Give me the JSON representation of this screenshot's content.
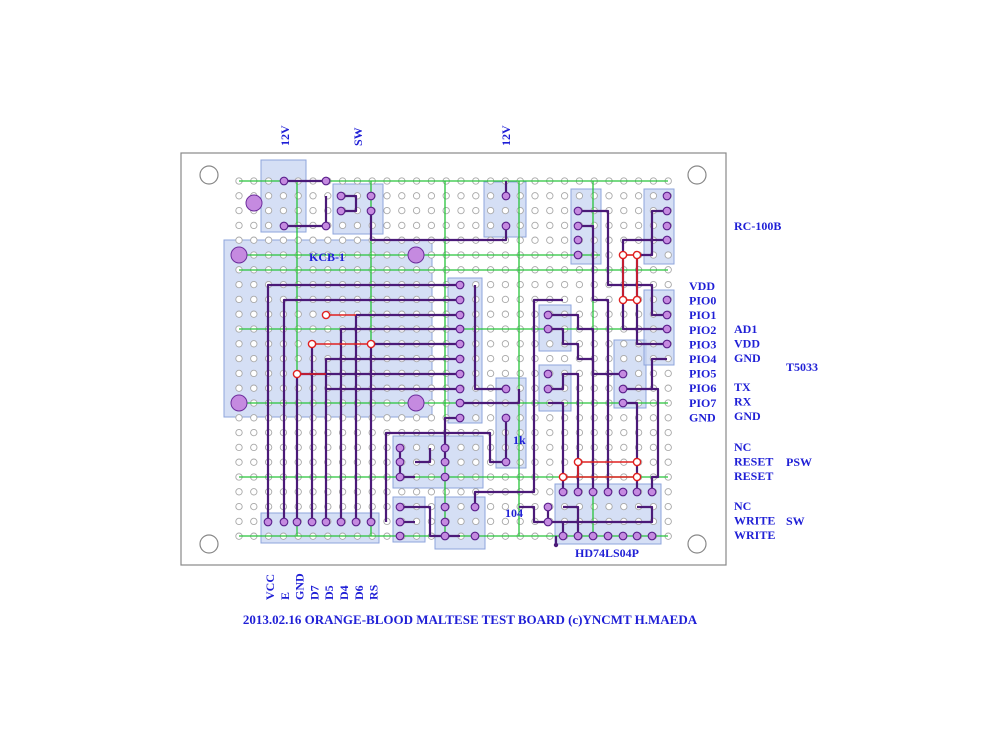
{
  "colors": {
    "label": "#1f1fd6",
    "wire": "#4b1a78",
    "jumper": "#e02020",
    "rail": "#27c33a",
    "component_fill": "#c7d4f2",
    "pad_fill": "#c58ae0",
    "hole_stroke": "#a8a8a8"
  },
  "top_labels": [
    "12V",
    "SW",
    "12V"
  ],
  "component_labels": {
    "lcd_connector": "KCB-1",
    "resistor": "1k",
    "capacitor": "104",
    "inverter_ic": "HD74LS04P",
    "module_top": "RC-100B",
    "module_right": "T5033"
  },
  "header_pins": [
    "VDD",
    "PIO0",
    "PIO1",
    "PIO2",
    "PIO3",
    "PIO4",
    "PIO5",
    "PIO6",
    "PIO7",
    "GND"
  ],
  "t5033_pins": [
    "AD1",
    "VDD",
    "GND",
    "TX",
    "RX",
    "GND"
  ],
  "reset_pins": [
    "NC",
    "RESET",
    "RESET"
  ],
  "reset_switch": "PSW",
  "write_pins": [
    "NC",
    "WRITE",
    "WRITE"
  ],
  "write_switch": "SW",
  "lcd_pins": [
    "VCC",
    "E",
    "GND",
    "D7",
    "D5",
    "D4",
    "D6",
    "RS"
  ],
  "footer_title": "2013.02.16 ORANGE-BLOOD MALTESE TEST BOARD (c)YNCMT H.MAEDA"
}
